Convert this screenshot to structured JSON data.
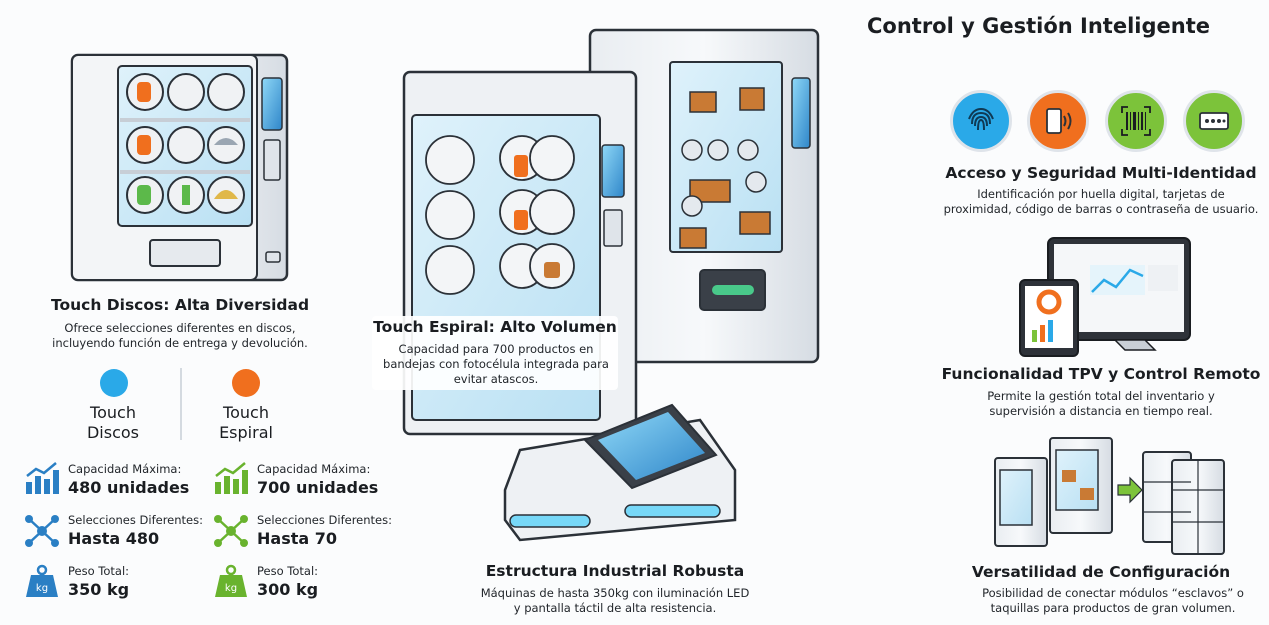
{
  "header": {
    "title": "Control y Gestión Inteligente"
  },
  "discos": {
    "title": "Touch Discos: Alta Diversidad",
    "desc": "Ofrece selecciones diferentes en discos, incluyendo función de entrega y devolución."
  },
  "espiral": {
    "title": "Touch Espiral: Alto Volumen",
    "desc": "Capacidad para 700 productos en bandejas con fotocélula integrada para evitar atascos."
  },
  "estructura": {
    "title": "Estructura Industrial Robusta",
    "desc": "Máquinas de hasta 350kg con iluminación LED y pantalla táctil de alta resistencia."
  },
  "comparison": {
    "models": [
      {
        "name": "Touch Discos",
        "color": "#2aa9e8"
      },
      {
        "name": "Touch Espiral",
        "color": "#f06f1e"
      }
    ],
    "rows": [
      {
        "label": "Capacidad Máxima:",
        "values": [
          "480 unidades",
          "700 unidades"
        ],
        "icon": "bar-chart-icon"
      },
      {
        "label": "Selecciones Diferentes:",
        "values": [
          "Hasta 480",
          "Hasta 70"
        ],
        "icon": "network-icon"
      },
      {
        "label": "Peso Total:",
        "values": [
          "350 kg",
          "300 kg"
        ],
        "icon": "weight-icon"
      }
    ]
  },
  "acceso": {
    "title": "Acceso y Seguridad Multi-Identidad",
    "desc": "Identificación por huella digital, tarjetas de proximidad, código de barras o contraseña de usuario."
  },
  "tpv": {
    "title": "Funcionalidad TPV y Control Remoto",
    "desc": "Permite la gestión total del inventario y supervisión a distancia en tiempo real."
  },
  "versatilidad": {
    "title": "Versatilidad de Configuración",
    "desc": "Posibilidad de conectar módulos “esclavos” o taquillas para productos de gran volumen."
  },
  "colors": {
    "blue": "#2aa9e8",
    "orange": "#f06f1e",
    "green": "#7cc33a"
  }
}
